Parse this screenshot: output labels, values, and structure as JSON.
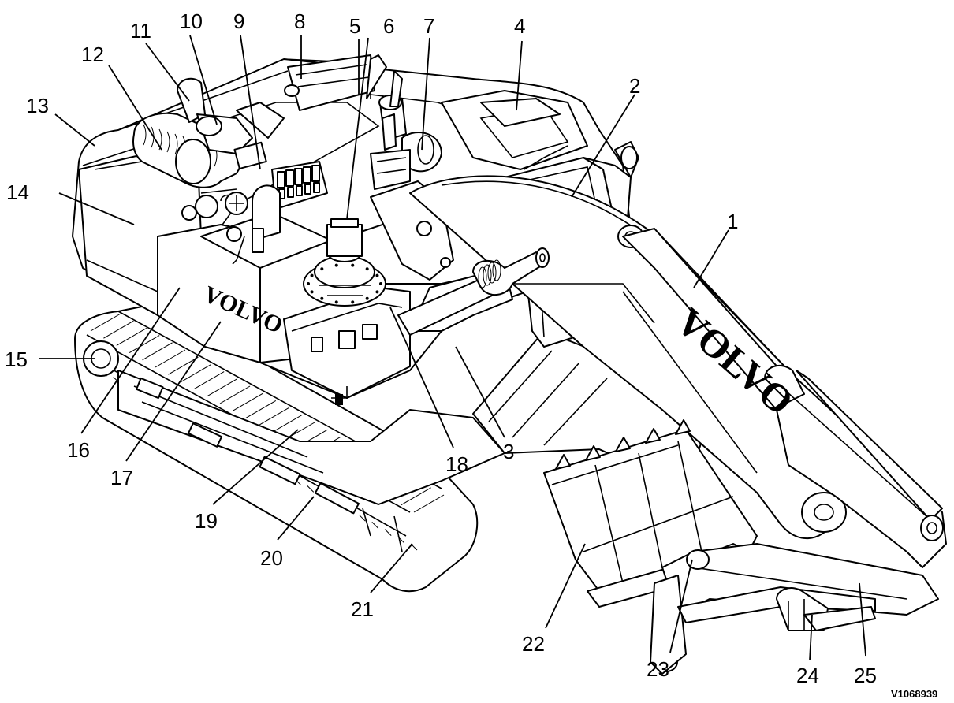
{
  "figure": {
    "id": "V1068939",
    "brand": "VOLVO",
    "colors": {
      "line": "#000000",
      "background": "#ffffff"
    }
  },
  "callouts": [
    {
      "label": "1"
    },
    {
      "label": "2"
    },
    {
      "label": "3"
    },
    {
      "label": "4"
    },
    {
      "label": "5"
    },
    {
      "label": "6"
    },
    {
      "label": "7"
    },
    {
      "label": "8"
    },
    {
      "label": "9"
    },
    {
      "label": "10"
    },
    {
      "label": "11"
    },
    {
      "label": "12"
    },
    {
      "label": "13"
    },
    {
      "label": "14"
    },
    {
      "label": "15"
    },
    {
      "label": "16"
    },
    {
      "label": "17"
    },
    {
      "label": "18"
    },
    {
      "label": "19"
    },
    {
      "label": "20"
    },
    {
      "label": "21"
    },
    {
      "label": "22"
    },
    {
      "label": "23"
    },
    {
      "label": "24"
    },
    {
      "label": "25"
    }
  ]
}
